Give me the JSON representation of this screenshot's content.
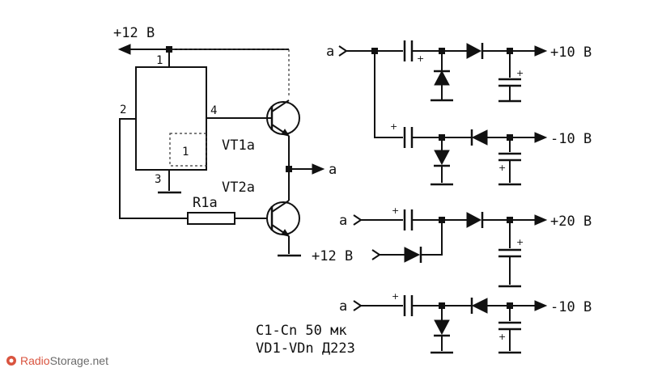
{
  "generator": {
    "supply_label": "+12 В",
    "pin_1": "1",
    "pin_2": "2",
    "pin_4": "4",
    "pin_3": "3",
    "inner_label": "1",
    "transistor_top": "VT1а",
    "transistor_bottom": "VT2а",
    "resistor": "R1а",
    "output_label": "а"
  },
  "multipliers": {
    "row1": {
      "input": "а",
      "output": "+10 В"
    },
    "row2": {
      "output": "-10 В"
    },
    "row3": {
      "input": "а",
      "bias_input": "+12 В",
      "output": "+20 В"
    },
    "row4": {
      "input": "а",
      "output": "-10 В"
    },
    "polarity_mark": "+"
  },
  "notes": {
    "line1": "C1-Cn 50 мк",
    "line2": "VD1-VDn Д223"
  },
  "watermark": {
    "brand_red": "Radio",
    "brand_gray": "Storage.net",
    "accent_color": "#d9543f"
  }
}
